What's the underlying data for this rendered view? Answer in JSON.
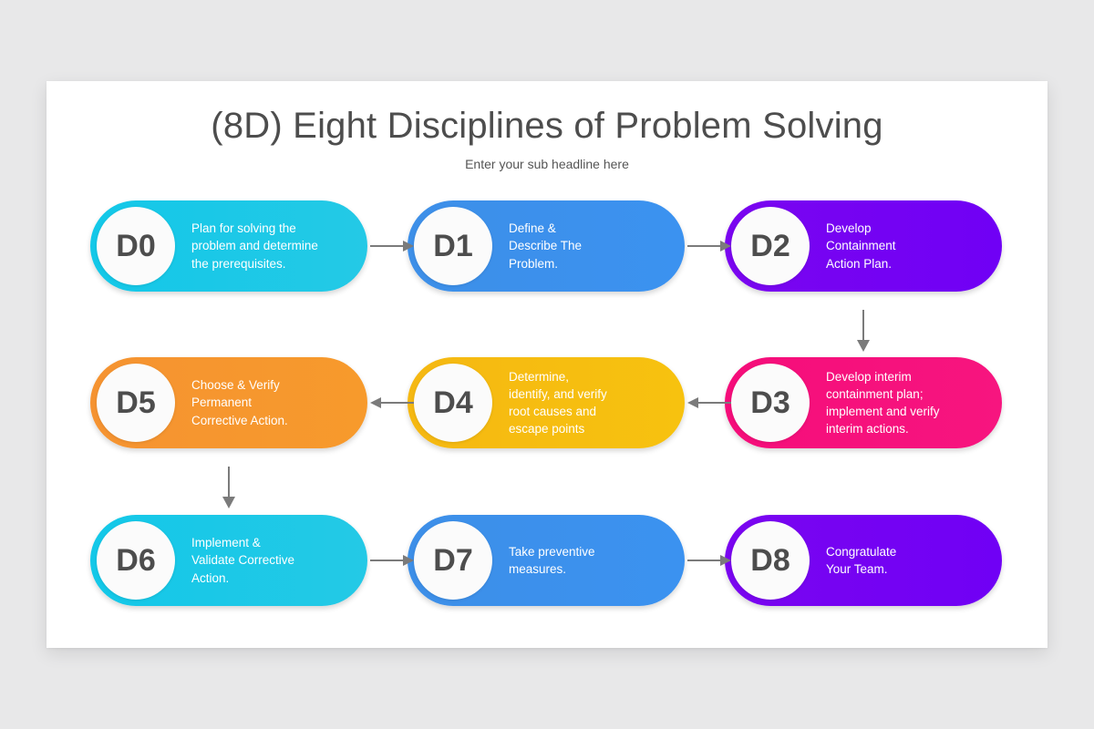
{
  "slide": {
    "title": "(8D) Eight Disciplines of Problem Solving",
    "subtitle": "Enter your sub headline here",
    "background": "#ffffff",
    "canvas_background": "#e8e8e9"
  },
  "steps": [
    {
      "id": "D0",
      "text": "Plan for solving the\nproblem and determine\nthe prerequisites.",
      "color_start": "#13c8e8",
      "color_end": "#24c9e6",
      "row": 1,
      "col": 1
    },
    {
      "id": "D1",
      "text": "Define &\nDescribe The\nProblem.",
      "color_start": "#3d8fe8",
      "color_end": "#3b92f0",
      "row": 1,
      "col": 2
    },
    {
      "id": "D2",
      "text": "Develop\nContainment\nAction Plan.",
      "color_start": "#7a05f0",
      "color_end": "#7000f5",
      "row": 1,
      "col": 3
    },
    {
      "id": "D3",
      "text": "Develop interim\ncontainment plan;\nimplement and verify\ninterim actions.",
      "color_start": "#f50d7a",
      "color_end": "#f7157f",
      "row": 2,
      "col": 3
    },
    {
      "id": "D4",
      "text": "Determine,\nidentify, and verify\nroot causes and\nescape points",
      "color_start": "#f5b812",
      "color_end": "#f7c20f",
      "row": 2,
      "col": 2
    },
    {
      "id": "D5",
      "text": "Choose & Verify\nPermanent\nCorrective Action.",
      "color_start": "#f59331",
      "color_end": "#f79a2c",
      "row": 2,
      "col": 1
    },
    {
      "id": "D6",
      "text": "Implement &\nValidate Corrective\nAction.",
      "color_start": "#13c8e8",
      "color_end": "#24c9e6",
      "row": 3,
      "col": 1
    },
    {
      "id": "D7",
      "text": "Take preventive\nmeasures.",
      "color_start": "#3d8fe8",
      "color_end": "#3b92f0",
      "row": 3,
      "col": 2
    },
    {
      "id": "D8",
      "text": "Congratulate\nYour Team.",
      "color_start": "#7a05f0",
      "color_end": "#7000f5",
      "row": 3,
      "col": 3
    }
  ],
  "connectors": [
    {
      "name": "arrow-d0-d1",
      "direction": "right"
    },
    {
      "name": "arrow-d1-d2",
      "direction": "right"
    },
    {
      "name": "arrow-d2-d3",
      "direction": "down"
    },
    {
      "name": "arrow-d3-d4",
      "direction": "left"
    },
    {
      "name": "arrow-d4-d5",
      "direction": "left"
    },
    {
      "name": "arrow-d5-d6",
      "direction": "down"
    },
    {
      "name": "arrow-d6-d7",
      "direction": "right"
    },
    {
      "name": "arrow-d7-d8",
      "direction": "right"
    }
  ],
  "colors": {
    "arrow": "#7b7b7b",
    "title_text": "#4d4d4d",
    "subtitle_text": "#555555",
    "badge_background": "#fbfbfb",
    "badge_text": "#4d4d4d",
    "pill_text": "#ffffff"
  }
}
